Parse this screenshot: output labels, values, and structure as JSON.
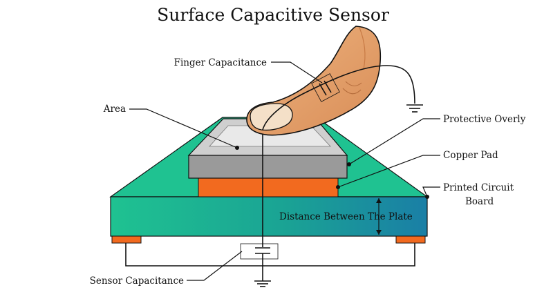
{
  "title": "Surface Capacitive Sensor",
  "labels": {
    "finger_capacitance": "Finger Capacitance",
    "area": "Area",
    "protective_overly": "Protective Overly",
    "copper_pad": "Copper Pad",
    "pcb_line1": "Printed Circuit",
    "pcb_line2": "Board",
    "distance": "Distance Between The Plate",
    "sensor_capacitance": "Sensor Capacitance"
  },
  "colors": {
    "pcb_green": "#1fc291",
    "pcb_teal": "#1aa394",
    "pcb_blue": "#1a7fa6",
    "copper": "#f26a1f",
    "overlay_top": "#cfcfcf",
    "overlay_front": "#9a9a9a",
    "skin": "#e4a06d",
    "nail": "#f4e0c8"
  }
}
